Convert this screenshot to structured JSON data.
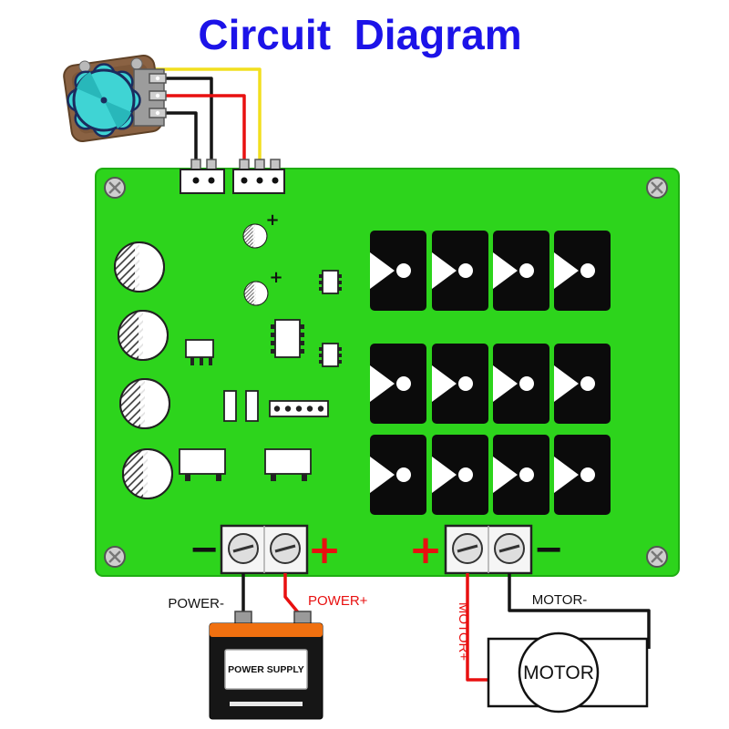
{
  "title": "Circuit  Diagram",
  "colors": {
    "title_blue": "#1c13e8",
    "pcb_green": "#2dd41c",
    "wire_red": "#e81010",
    "wire_black": "#151515",
    "wire_yellow": "#f2df1f",
    "battery_orange": "#f07010",
    "knob_cyan": "#3fd4d4",
    "mosfet_black": "#0b0b0b"
  },
  "board": {
    "cap_plus_1": "+",
    "cap_plus_2": "+",
    "power_minus_sign": "−",
    "power_plus_sign": "+",
    "motor_plus_sign": "+",
    "motor_minus_sign": "−",
    "mosfet_count": 12,
    "capacitor_count": 4
  },
  "labels": {
    "power_minus": "POWER-",
    "power_plus": "POWER+",
    "power_supply": "POWER SUPPLY",
    "motor_plus": "MOTOR+",
    "motor_minus": "MOTOR-",
    "motor": "MOTOR"
  }
}
